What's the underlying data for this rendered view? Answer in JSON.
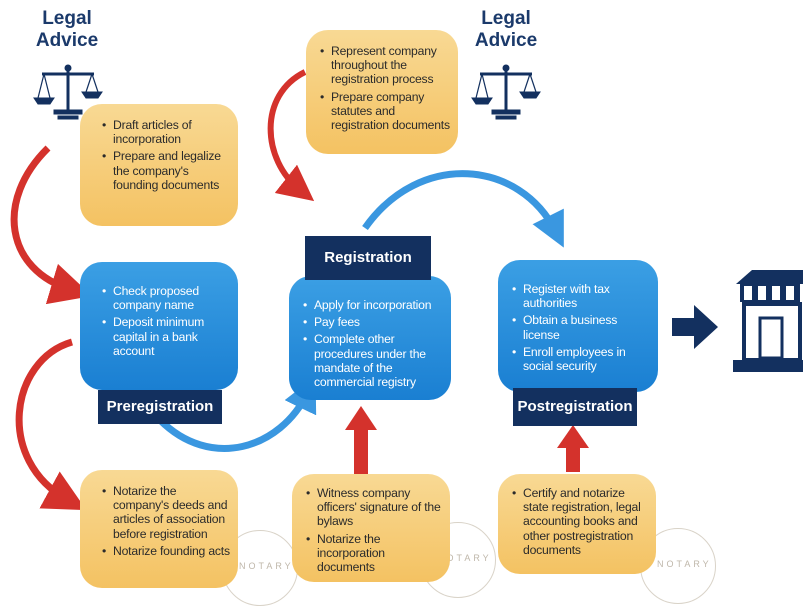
{
  "legal_advice": {
    "label_line1": "Legal",
    "label_line2": "Advice"
  },
  "preregistration": {
    "title": "Preregistration",
    "top_box": [
      "Draft articles of incorporation",
      "Prepare and legalize the company's founding documents"
    ],
    "main_box": [
      "Check proposed company name",
      "Deposit minimum capital in a bank account"
    ],
    "bottom_box": [
      "Notarize the company's deeds and articles of association before registration",
      "Notarize founding acts"
    ]
  },
  "registration": {
    "title": "Registration",
    "top_box": [
      "Represent company throughout the registration process",
      "Prepare company statutes and registration documents"
    ],
    "main_box": [
      "Apply for incorporation",
      "Pay fees",
      "Complete other procedures under the mandate of the commercial registry"
    ],
    "bottom_box": [
      "Witness company officers' signature of the bylaws",
      "Notarize the incorporation documents"
    ]
  },
  "postregistration": {
    "title": "Postregistration",
    "main_box": [
      "Register with tax authorities",
      "Obtain a business license",
      "Enroll employees in social security"
    ],
    "bottom_box": [
      "Certify and notarize state registration, legal accounting books and other postregistration documents"
    ]
  },
  "seal_text": "NOTARY",
  "colors": {
    "navy": "#13305f",
    "blue_box": "#2b8fdc",
    "yellow_box": "#f6cf7c",
    "red_arrow": "#d4322c",
    "blue_arrow": "#3a97e0"
  },
  "icons": [
    "scales-of-justice-icon",
    "storefront-icon",
    "right-arrow-icon"
  ]
}
